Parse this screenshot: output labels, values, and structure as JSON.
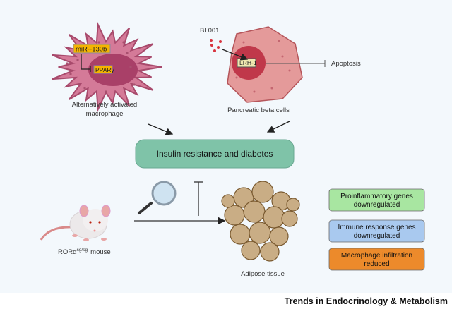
{
  "labels": {
    "mir": "miR--130b",
    "ppar": "PPARγ",
    "macrophage_line1": "Alternatively activated",
    "macrophage_line2": "macrophage",
    "bl001": "BL001",
    "lrh1": "LRH-1",
    "apoptosis": "Apoptosis",
    "beta_cells": "Pancreatic beta cells",
    "central": "Insulin resistance and diabetes",
    "mouse_prefix": "RORα",
    "mouse_sup": "sg/sg",
    "mouse_suffix": "mouse",
    "adipose": "Adipose tissue"
  },
  "effects": [
    {
      "line1": "Proinflammatory genes",
      "line2": "downregulated",
      "color": "#a8e6a1"
    },
    {
      "line1": "Immune response genes",
      "line2": "downregulated",
      "color": "#a9c9ef"
    },
    {
      "line1": "Macrophage infiltration",
      "line2": "reduced",
      "color": "#ec8a2b"
    }
  ],
  "colors": {
    "central_box": "#7fc3a8",
    "macrophage": "#d47a98",
    "beta_cell": "#e49a9a",
    "label_box": "#f5b400"
  },
  "footer": "Trends in Endocrinology & Metabolism"
}
